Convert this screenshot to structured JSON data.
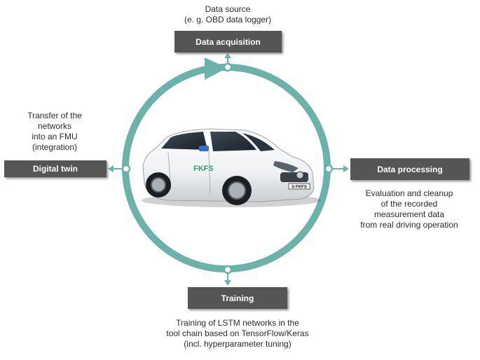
{
  "diagram": {
    "colors": {
      "ring": "#6bb3a9",
      "box": "#555555",
      "box_text": "#ffffff",
      "text": "#2b2b2b"
    },
    "center_image": {
      "description_icon": "car-icon",
      "plate_text": "S·FKFS",
      "brand_text": "FKFS"
    },
    "stages": {
      "acquisition": {
        "label": "Data acquisition",
        "caption": [
          "Data source",
          "(e. g. OBD data logger)"
        ]
      },
      "processing": {
        "label": "Data processing",
        "caption": [
          "Evaluation and cleanup",
          "of the recorded",
          "measurement data",
          "from real driving operation"
        ]
      },
      "training": {
        "label": "Training",
        "caption": [
          "Training of LSTM networks in the",
          "tool chain based on TensorFlow/Keras",
          "(incl. hyperparameter tuning)"
        ]
      },
      "twin": {
        "label": "Digital twin",
        "caption": [
          "Transfer of the",
          "networks",
          "into an FMU",
          "(integration)"
        ]
      }
    }
  }
}
